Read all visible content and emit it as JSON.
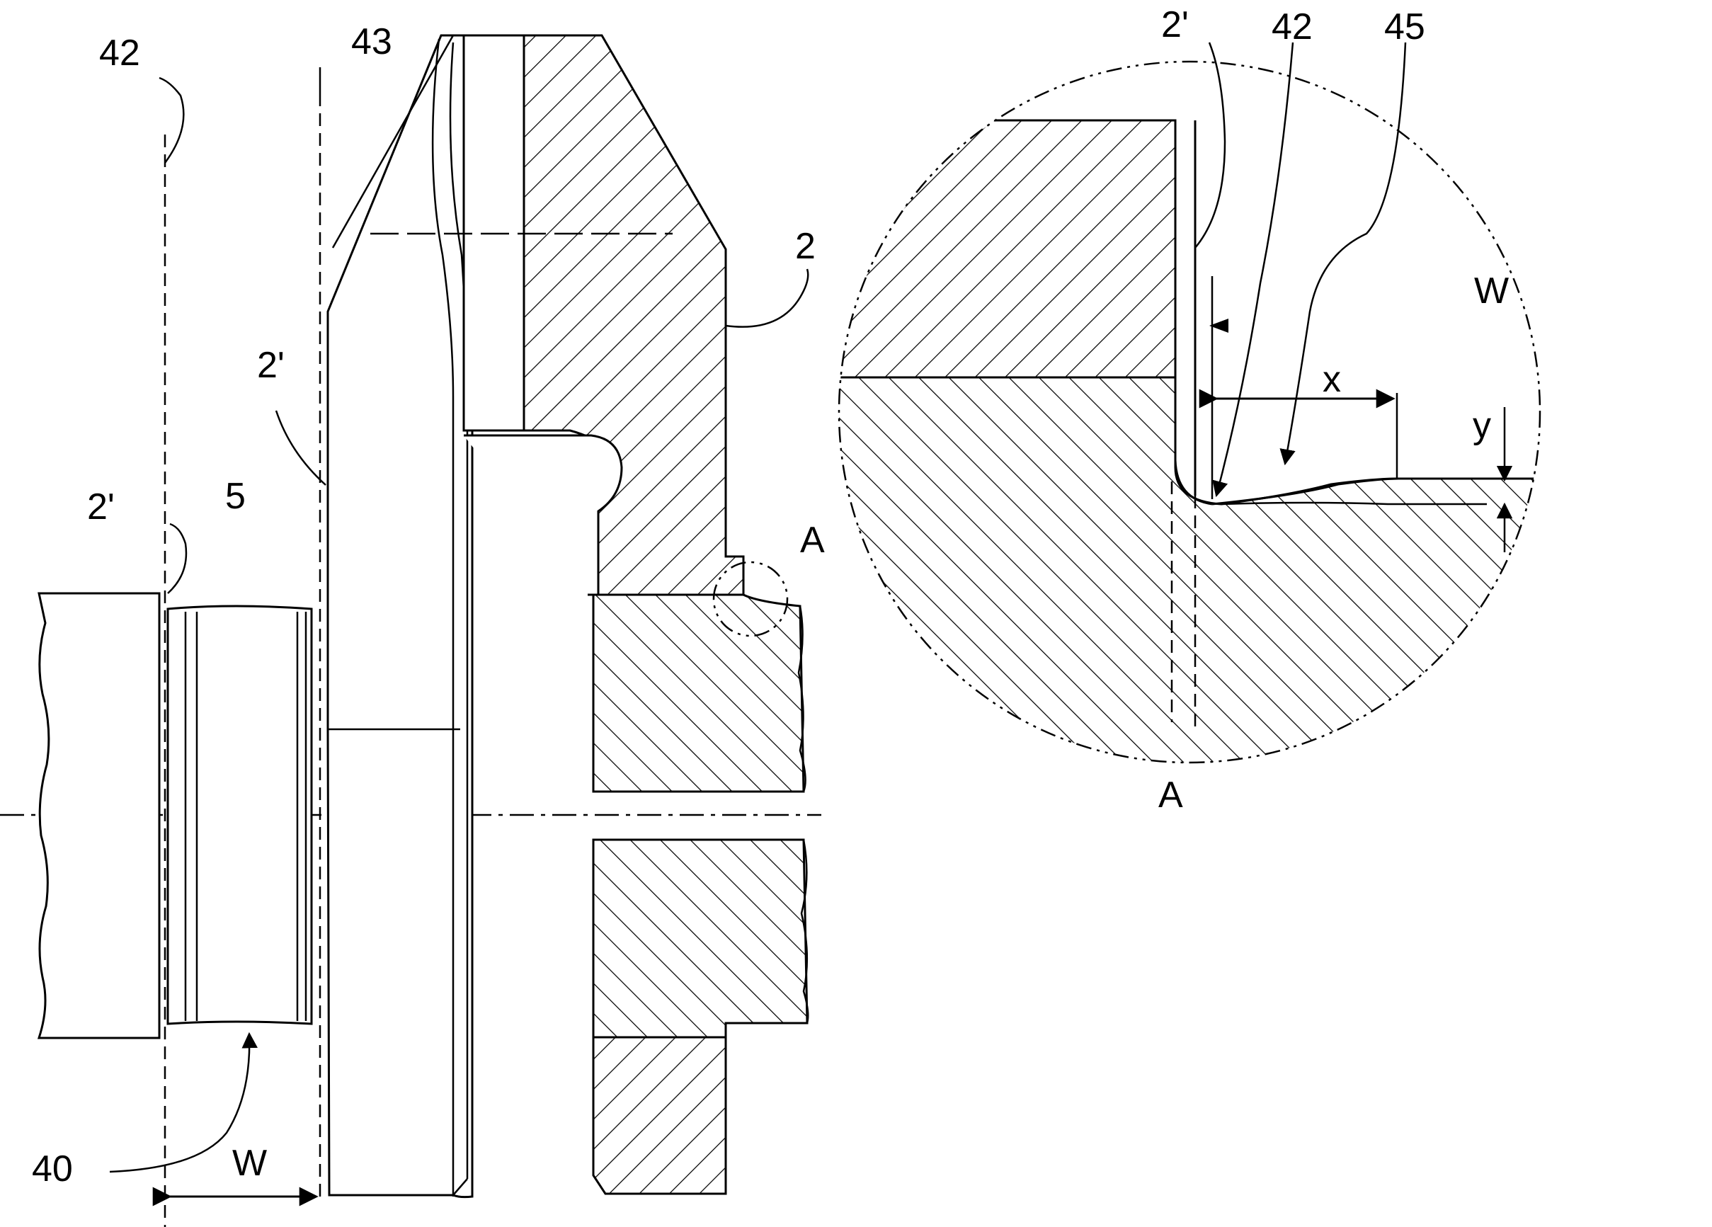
{
  "figure": {
    "labels": {
      "ref_42": "42",
      "ref_43": "43",
      "ref_2": "2",
      "ref_2prime_mid": "2'",
      "ref_2prime_left": "2'",
      "ref_5": "5",
      "ref_A": "A",
      "ref_40": "40",
      "ref_W": "W"
    }
  },
  "detail": {
    "labels": {
      "ref_2prime": "2'",
      "ref_42": "42",
      "ref_45": "45",
      "ref_W": "W",
      "ref_x": "x",
      "ref_y": "y",
      "ref_A": "A"
    }
  }
}
